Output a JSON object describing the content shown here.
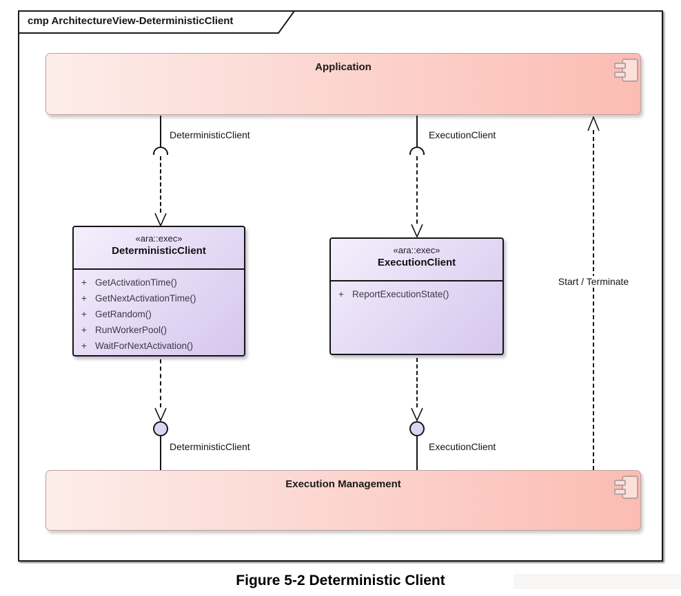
{
  "frame": {
    "title": "cmp ArchitectureView-DeterministicClient"
  },
  "application": {
    "name": "Application"
  },
  "execution_management": {
    "name": "Execution Management"
  },
  "deterministic_client": {
    "stereotype": "«ara::exec»",
    "name": "DeterministicClient",
    "operations": [
      "GetActivationTime()",
      "GetNextActivationTime()",
      "GetRandom()",
      "RunWorkerPool()",
      "WaitForNextActivation()"
    ]
  },
  "execution_client": {
    "stereotype": "«ara::exec»",
    "name": "ExecutionClient",
    "operations": [
      "ReportExecutionState()"
    ]
  },
  "ui": {
    "visibility_public": "+"
  },
  "connectors": {
    "app_to_deterministic": {
      "label": "DeterministicClient"
    },
    "app_to_execution": {
      "label": "ExecutionClient"
    },
    "deterministic_to_em": {
      "label": "DeterministicClient"
    },
    "execution_to_em": {
      "label": "ExecutionClient"
    },
    "em_to_app": {
      "label": "Start / Terminate"
    }
  },
  "caption": "Figure 5-2 Deterministic Client",
  "colors": {
    "component_fill_start": "#fdedea",
    "component_fill_end": "#fbbcb3",
    "class_fill_start": "#f4effc",
    "class_fill_end": "#d6c6ee",
    "lollipop_fill": "#dfd3f3",
    "line_color": "#141414"
  }
}
